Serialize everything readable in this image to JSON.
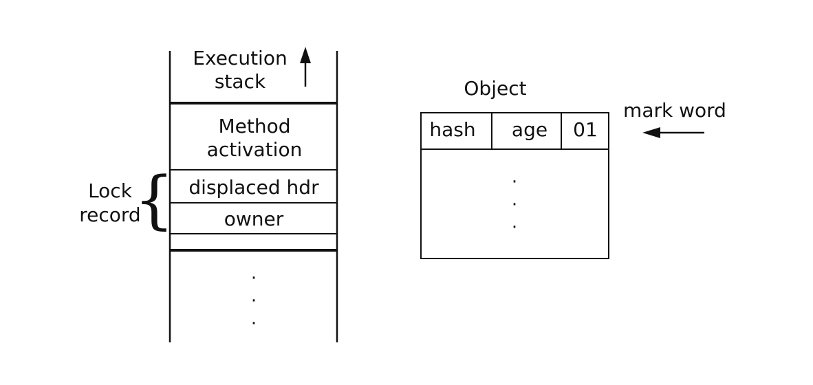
{
  "stack": {
    "title_line1": "Execution",
    "title_line2": "stack",
    "method_line1": "Method",
    "method_line2": "activation",
    "displaced_hdr": "displaced hdr",
    "owner": "owner",
    "ellipsis": [
      "·",
      "·",
      "·"
    ]
  },
  "lock_record": {
    "label_line1": "Lock",
    "label_line2": "record",
    "brace": "{"
  },
  "object": {
    "title": "Object",
    "fields": [
      "hash",
      "age",
      "01"
    ],
    "ellipsis": [
      "·",
      "·",
      "·"
    ]
  },
  "mark_word": {
    "label": "mark word"
  }
}
